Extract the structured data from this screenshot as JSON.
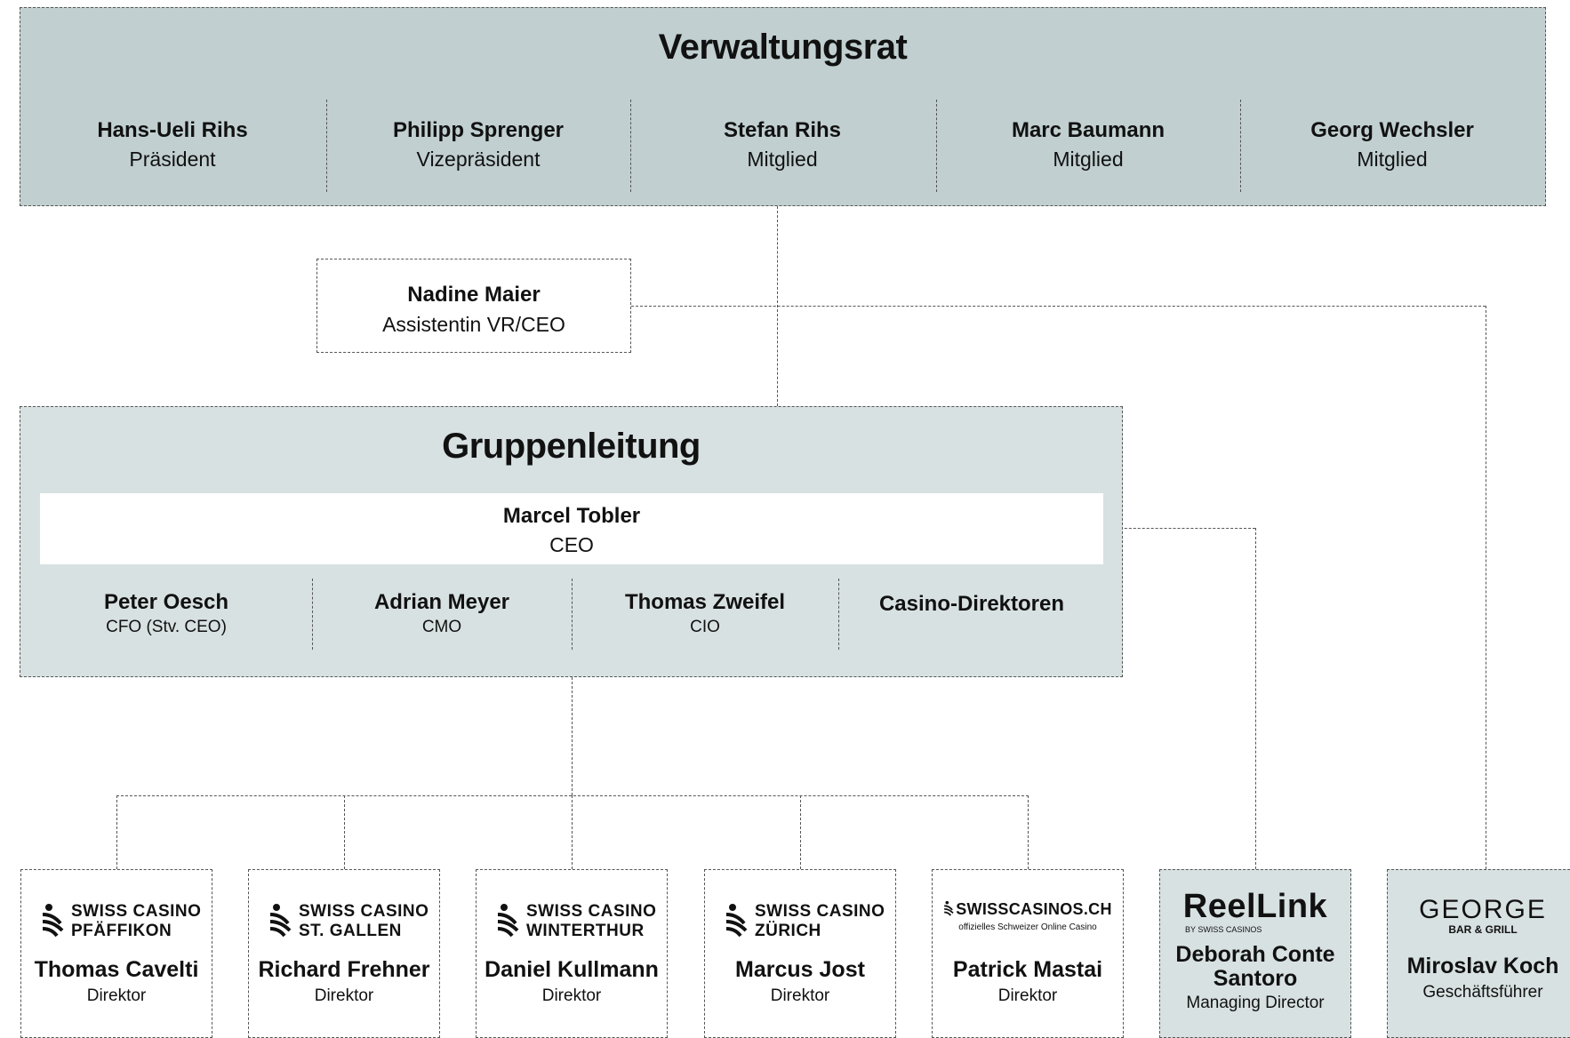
{
  "board": {
    "title": "Verwaltungsrat",
    "members": [
      {
        "name": "Hans-Ueli Rihs",
        "role": "Präsident"
      },
      {
        "name": "Philipp Sprenger",
        "role": "Vizepräsident"
      },
      {
        "name": "Stefan Rihs",
        "role": "Mitglied"
      },
      {
        "name": "Marc Baumann",
        "role": "Mitglied"
      },
      {
        "name": "Georg Wechsler",
        "role": "Mitglied"
      }
    ]
  },
  "assistant": {
    "name": "Nadine Maier",
    "role": "Assistentin VR/CEO"
  },
  "group": {
    "title": "Gruppenleitung",
    "ceo": {
      "name": "Marcel Tobler",
      "role": "CEO"
    },
    "members": [
      {
        "name": "Peter Oesch",
        "role": "CFO (Stv. CEO)"
      },
      {
        "name": "Adrian Meyer",
        "role": "CMO"
      },
      {
        "name": "Thomas Zweifel",
        "role": "CIO"
      },
      {
        "name": "Casino-Direktoren",
        "role": ""
      }
    ]
  },
  "casinos": [
    {
      "logo_line1": "SWISS CASINO",
      "logo_line2": "PFÄFFIKON",
      "name": "Thomas Cavelti",
      "role": "Direktor"
    },
    {
      "logo_line1": "SWISS CASINO",
      "logo_line2": "ST. GALLEN",
      "name": "Richard Frehner",
      "role": "Direktor"
    },
    {
      "logo_line1": "SWISS CASINO",
      "logo_line2": "WINTERTHUR",
      "name": "Daniel Kullmann",
      "role": "Direktor"
    },
    {
      "logo_line1": "SWISS CASINO",
      "logo_line2": "ZÜRICH",
      "name": "Marcus Jost",
      "role": "Direktor"
    }
  ],
  "online": {
    "logo_line1": "SWISSCASINOS.CH",
    "logo_line2": "offizielles Schweizer Online Casino",
    "name": "Patrick Mastai",
    "role": "Direktor"
  },
  "reellink": {
    "logo_line1": "ReelLink",
    "logo_line2": "BY SWISS CASINOS",
    "name_line1": "Deborah Conte",
    "name_line2": "Santoro",
    "role": "Managing Director"
  },
  "george": {
    "logo_line1": "GEORGE",
    "logo_line2": "BAR & GRILL",
    "name": "Miroslav Koch",
    "role": "Geschäftsführer"
  },
  "colors": {
    "board_bg": "#c1cfd0",
    "group_bg": "#d8e1e2"
  }
}
